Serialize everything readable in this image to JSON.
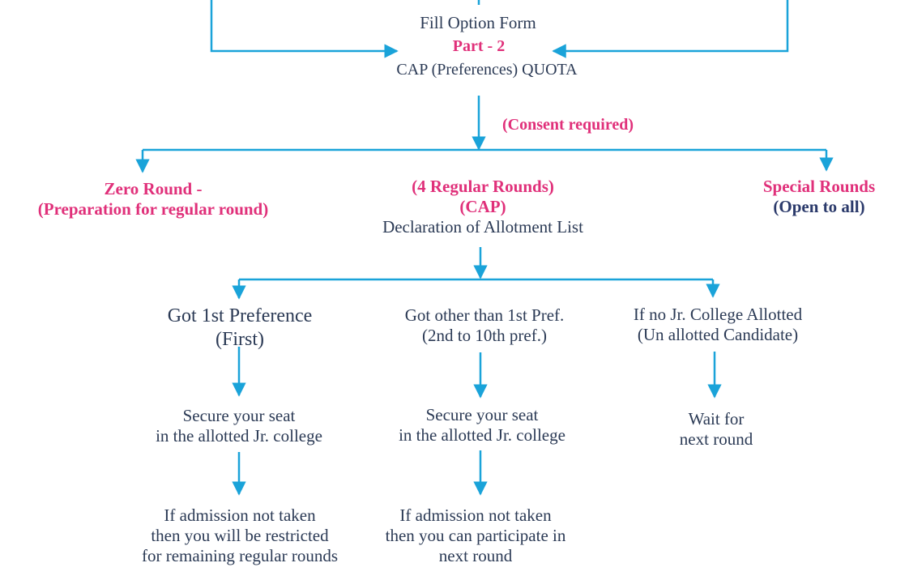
{
  "colors": {
    "connector": "#1aa3d9",
    "accent_pink": "#e0307a",
    "text_navy": "#2b3a55"
  },
  "fill_option": {
    "title": "Fill Option Form",
    "part": "Part - 2",
    "quota": "CAP  (Preferences) QUOTA"
  },
  "consent_label": "(Consent required)",
  "zero_round": {
    "line1": "Zero Round -",
    "line2": "(Preparation for regular round)"
  },
  "regular_rounds": {
    "line1": "(4 Regular Rounds)",
    "line2": "(CAP)",
    "line3": "Declaration of Allotment List"
  },
  "special_rounds": {
    "line1": "Special Rounds",
    "line2": "(Open to all)"
  },
  "branches": [
    {
      "heading": [
        "Got 1st Preference",
        "(First)"
      ],
      "action": [
        "Secure your seat",
        "in the allotted Jr. college"
      ],
      "outcome": [
        "If admission not taken",
        "then you will be restricted",
        "for remaining regular rounds"
      ]
    },
    {
      "heading": [
        "Got other than 1st Pref.",
        "(2nd to 10th pref.)"
      ],
      "action": [
        "Secure your seat",
        "in the allotted Jr. college"
      ],
      "outcome": [
        "If admission not taken",
        "then you can participate in",
        "next round"
      ]
    },
    {
      "heading": [
        "If no Jr. College Allotted",
        "(Un allotted Candidate)"
      ],
      "action": [
        "Wait for",
        "next round"
      ]
    }
  ]
}
